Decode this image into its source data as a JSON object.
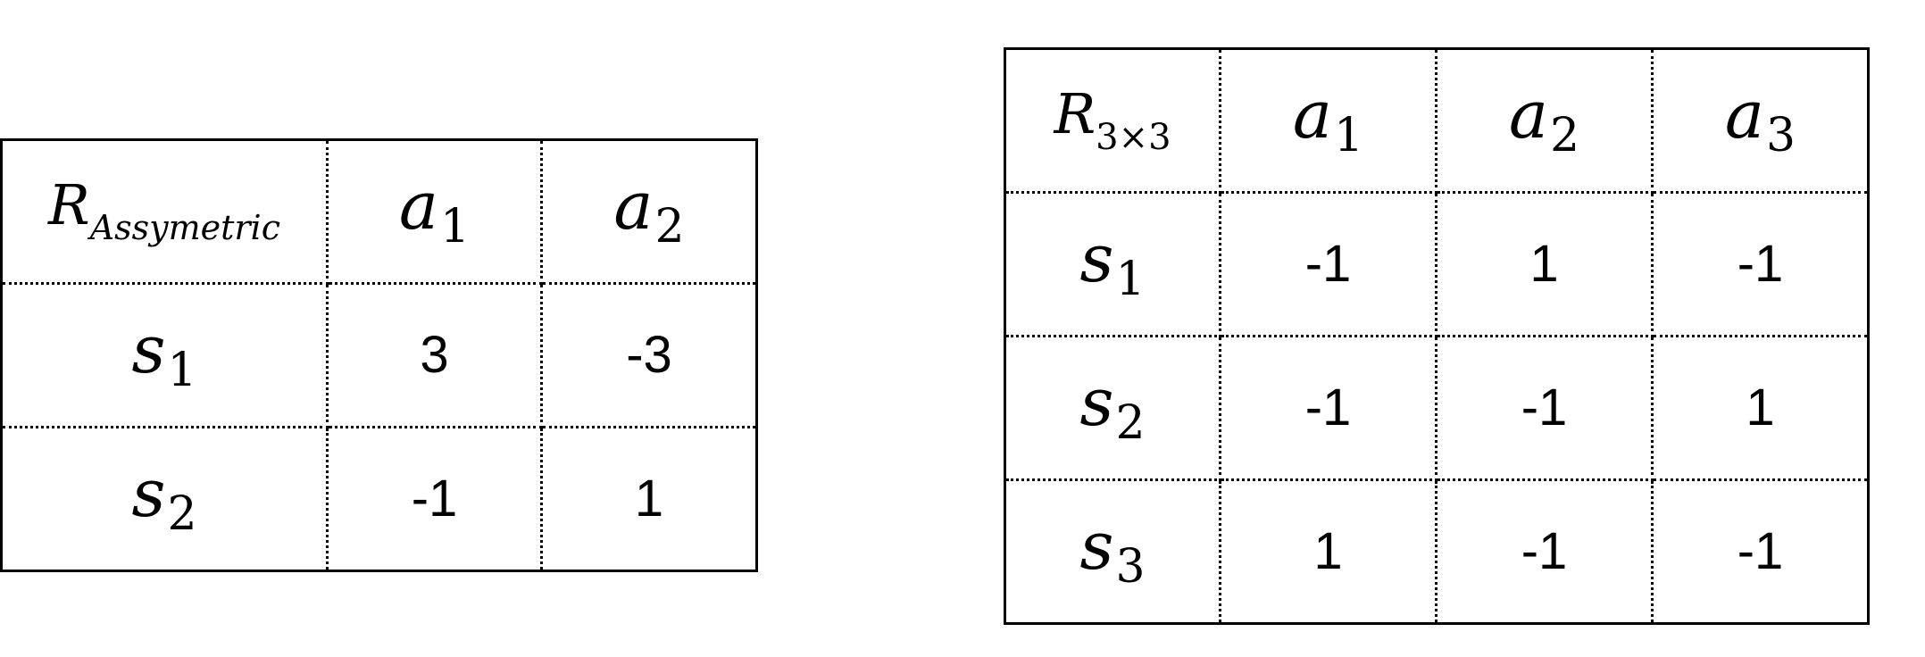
{
  "table_asymmetric": {
    "corner": {
      "base": "R",
      "subscript": "Assymetric"
    },
    "columns": [
      {
        "base": "a",
        "subscript": "1"
      },
      {
        "base": "a",
        "subscript": "2"
      }
    ],
    "rows": [
      {
        "label": {
          "base": "s",
          "subscript": "1"
        },
        "values": [
          "3",
          "-3"
        ]
      },
      {
        "label": {
          "base": "s",
          "subscript": "2"
        },
        "values": [
          "-1",
          "1"
        ]
      }
    ]
  },
  "table_3x3": {
    "corner": {
      "base": "R",
      "subscript": "3×3"
    },
    "columns": [
      {
        "base": "a",
        "subscript": "1"
      },
      {
        "base": "a",
        "subscript": "2"
      },
      {
        "base": "a",
        "subscript": "3"
      }
    ],
    "rows": [
      {
        "label": {
          "base": "s",
          "subscript": "1"
        },
        "values": [
          "-1",
          "1",
          "-1"
        ]
      },
      {
        "label": {
          "base": "s",
          "subscript": "2"
        },
        "values": [
          "-1",
          "-1",
          "1"
        ]
      },
      {
        "label": {
          "base": "s",
          "subscript": "3"
        },
        "values": [
          "1",
          "-1",
          "-1"
        ]
      }
    ]
  }
}
